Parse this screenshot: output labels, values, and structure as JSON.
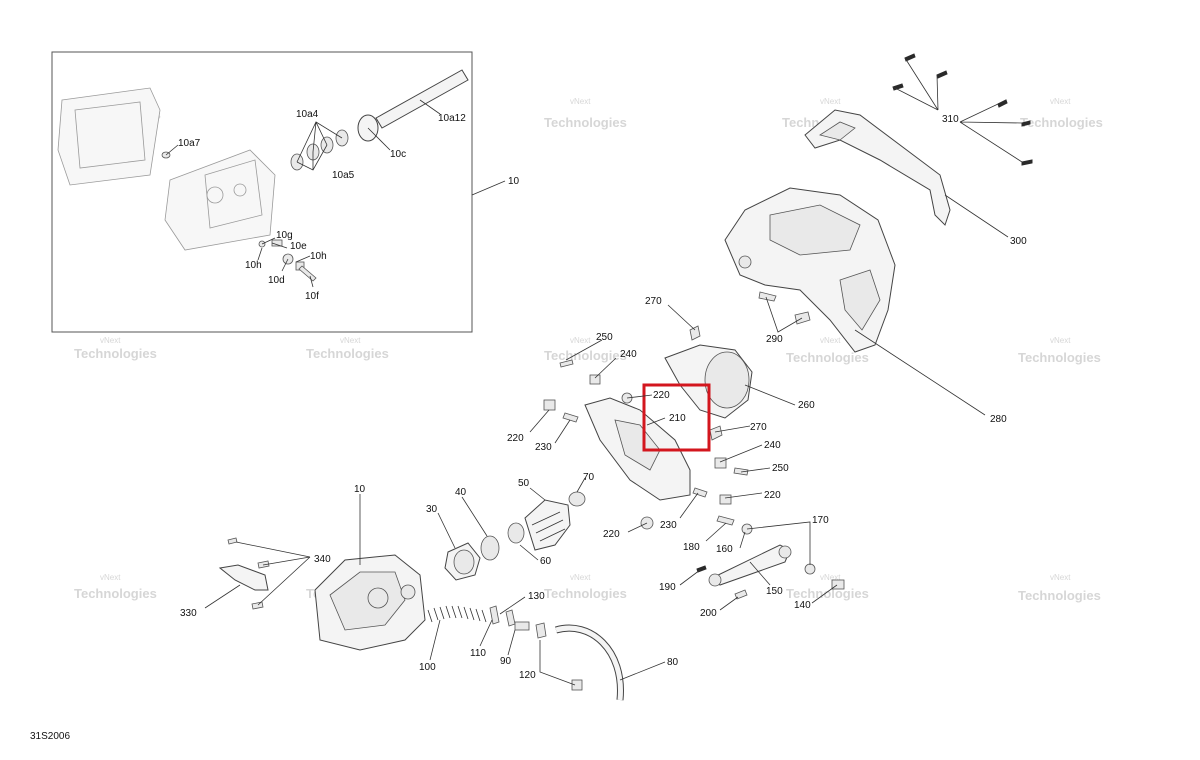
{
  "diagram_code": "31S2006",
  "watermark": {
    "line1": "vNext",
    "line2": "Technologies",
    "line_full": "vNext Technologies"
  },
  "highlight_color": "#d3161e",
  "labels": {
    "p10_top": "10",
    "p10a7": "10a7",
    "p10a4": "10a4",
    "p10a5": "10a5",
    "p10a12": "10a12",
    "p10c": "10c",
    "p10g": "10g",
    "p10e": "10e",
    "p10h_a": "10h",
    "p10h_b": "10h",
    "p10d": "10d",
    "p10f": "10f",
    "p310": "310",
    "p300": "300",
    "p270_a": "270",
    "p290": "290",
    "p280": "280",
    "p250_a": "250",
    "p240_a": "240",
    "p260": "260",
    "p220_a": "220",
    "p210": "210",
    "p270_b": "270",
    "p220_b": "220",
    "p230_a": "230",
    "p240_b": "240",
    "p250_b": "250",
    "p220_c": "220",
    "p70": "70",
    "p230_b": "230",
    "p220_d": "220",
    "p10_bottom": "10",
    "p40": "40",
    "p50": "50",
    "p30": "30",
    "p60": "60",
    "p170": "170",
    "p180": "180",
    "p160": "160",
    "p340": "340",
    "p330": "330",
    "p190": "190",
    "p150": "150",
    "p200": "200",
    "p140": "140",
    "p130": "130",
    "p110": "110",
    "p90": "90",
    "p100": "100",
    "p80": "80",
    "p120": "120"
  }
}
